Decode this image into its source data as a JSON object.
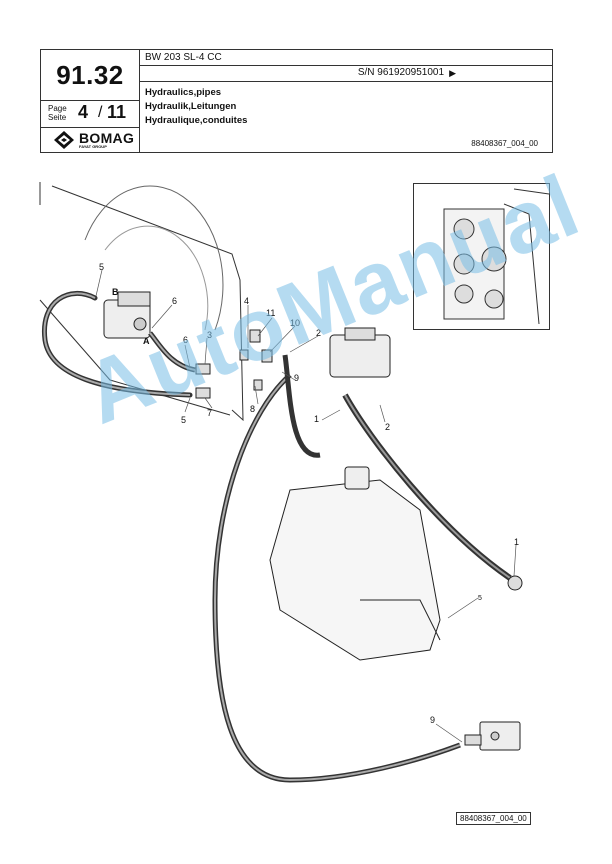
{
  "header": {
    "model": "BW 203 SL-4 CC",
    "serial": "S/N 961920951001",
    "serial_arrow": "▶",
    "group_number": "91.32",
    "page_label_line1": "Page",
    "page_label_line2": "Seite",
    "page_current": "4",
    "page_separator": "/",
    "page_total": "11",
    "logo_text": "BOMAG",
    "logo_subtext": "FAYAT GROUP",
    "title_en": "Hydraulics,pipes",
    "title_de": "Hydraulik,Leitungen",
    "title_fr": "Hydraulique,conduites",
    "drawing_id": "88408367_004_00"
  },
  "footer": {
    "drawing_id": "88408367_004_00"
  },
  "watermark": {
    "text": "AutoManual",
    "color": "#78bee6"
  },
  "callouts": {
    "c5a": "5",
    "c6a": "6",
    "c3": "3",
    "c6b": "6",
    "c5b": "5",
    "c7": "7",
    "c4": "4",
    "c11": "11",
    "c10": "10",
    "c2a": "2",
    "c8": "8",
    "c9a": "9",
    "c1a": "1",
    "c2b": "2",
    "c1b": "1",
    "c5c": "5",
    "c9b": "9",
    "lblB": "B",
    "lblA": "A"
  }
}
